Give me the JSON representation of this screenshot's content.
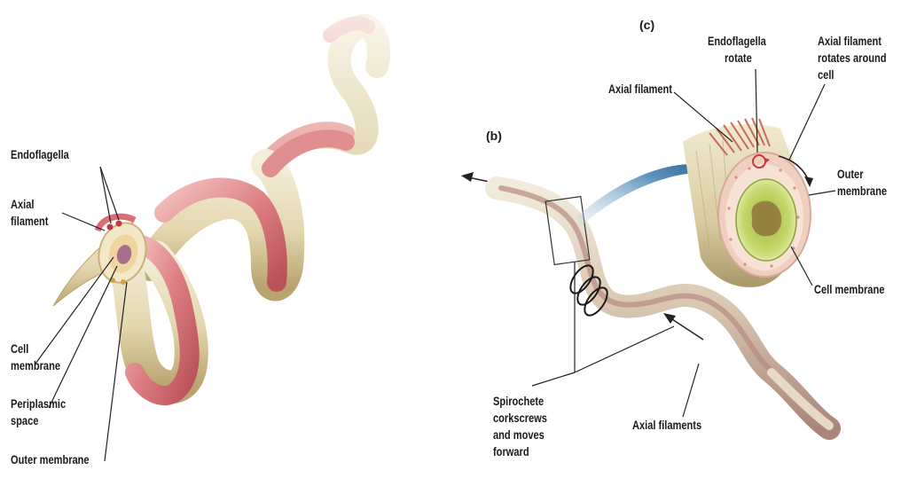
{
  "panel_a": {
    "labels": {
      "endoflagella": "Endoflagella",
      "axial_filament_1": "Axial",
      "axial_filament_2": "filament",
      "cell_membrane_1": "Cell",
      "cell_membrane_2": "membrane",
      "periplasmic_space_1": "Periplasmic",
      "periplasmic_space_2": "space",
      "outer_membrane": "Outer membrane"
    }
  },
  "panel_b": {
    "letter": "(b)",
    "labels": {
      "spirochete_1": "Spirochete",
      "spirochete_2": "corkscrews",
      "spirochete_3": "and moves",
      "spirochete_4": "forward",
      "axial_filaments": "Axial filaments"
    }
  },
  "panel_c": {
    "letter": "(c)",
    "labels": {
      "axial_filament": "Axial filament",
      "endoflagella_rotate_1": "Endoflagella",
      "endoflagella_rotate_2": "rotate",
      "axial_rotates_1": "Axial filament",
      "axial_rotates_2": "rotates around",
      "axial_rotates_3": "cell",
      "outer_membrane_1": "Outer",
      "outer_membrane_2": "membrane",
      "cell_membrane": "Cell membrane"
    }
  },
  "colors": {
    "cell_cream": "#e8dfc0",
    "cell_shadow": "#c9b98a",
    "filament_pink": "#d9737a",
    "filament_light": "#f2b8b5",
    "cytoplasm_green": "#b9cf5c",
    "nucleoid_brown": "#8a6a3a",
    "arrow_blue": "#2f6d9b"
  }
}
